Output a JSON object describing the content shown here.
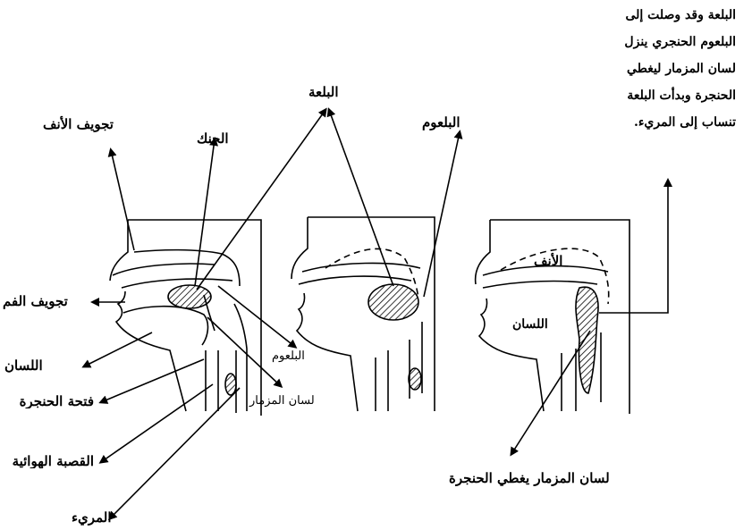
{
  "caption": [
    "البلعة وقد وصلت إلى",
    "البلعوم الحنجري ينزل",
    "لسان المزمار ليغطي",
    "الحنجرة وبدأت البلعة",
    "تنساب إلى المريء."
  ],
  "labels": {
    "nasal_cavity": "تجويف الأنف",
    "palate": "الحنك",
    "bolus": "البلعة",
    "pharynx_top": "البلعوم",
    "oral_cavity": "تجويف الفم",
    "tongue_left": "اللسان",
    "larynx_opening": "فتحة الحنجرة",
    "trachea": "القصبة الهوائية",
    "esophagus": "المريء",
    "pharynx_mid": "البلعوم",
    "epiglottis_mid": "لسان المزمار",
    "nose": "الأنف",
    "tongue_right": "اللسان",
    "epiglottis_bottom": "لسان المزمار يغطي الحنجرة"
  }
}
